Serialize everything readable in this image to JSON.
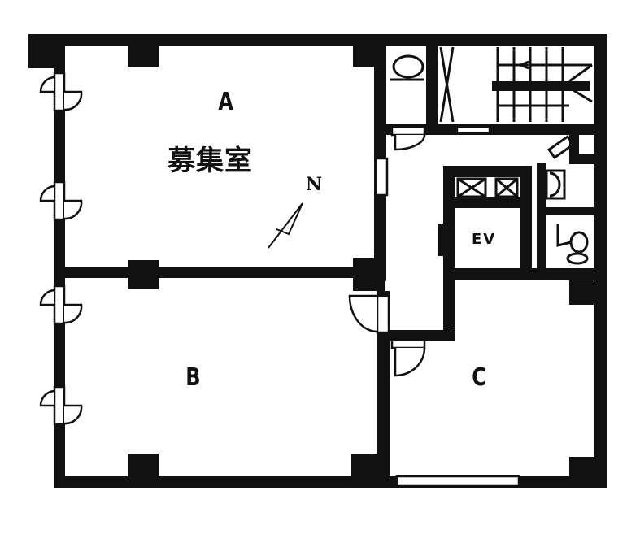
{
  "floor_plan": {
    "rooms": [
      {
        "id": "A",
        "label": "A",
        "status": "募集室"
      },
      {
        "id": "B",
        "label": "B"
      },
      {
        "id": "C",
        "label": "C"
      }
    ],
    "elevator_label": "EV",
    "north_label": "N",
    "colors": {
      "wall": "#111111",
      "background": "#ffffff"
    }
  }
}
